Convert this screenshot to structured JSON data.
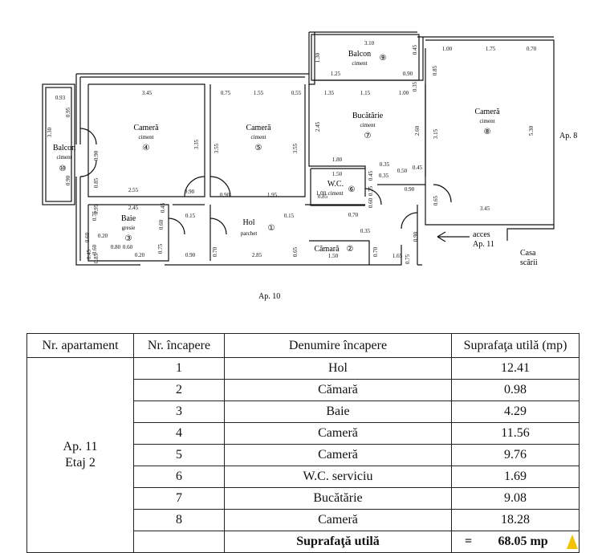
{
  "plan": {
    "rooms": [
      {
        "name": "Balcon",
        "finish": "ciment",
        "no": "⑨"
      },
      {
        "name": "Cameră",
        "finish": "ciment",
        "no": "⑧"
      },
      {
        "name": "Cameră",
        "finish": "ciment",
        "no": "④"
      },
      {
        "name": "Cameră",
        "finish": "ciment",
        "no": "⑤"
      },
      {
        "name": "Bucătărie",
        "finish": "ciment",
        "no": "⑦"
      },
      {
        "name": "Balcon",
        "finish": "ciment",
        "no": "⑩"
      },
      {
        "name": "W.C.",
        "finish": "ciment",
        "no": "⑥"
      },
      {
        "name": "Baie",
        "finish": "gresie",
        "no": "③"
      },
      {
        "name": "Hol",
        "finish": "parchet",
        "no": "①"
      },
      {
        "name": "Cămară",
        "finish": "",
        "no": "②"
      }
    ],
    "dims": [
      "3.10",
      "0.45",
      "1.30",
      "1.25",
      "0.90",
      "1.00",
      "1.75",
      "0.70",
      "0.85",
      "0.95",
      "0.93",
      "3.45",
      "0.75",
      "1.55",
      "0.55",
      "1.35",
      "1.15",
      "1.00",
      "0.35",
      "3.30",
      "3.15",
      "5.30",
      "2.45",
      "2.60",
      "3.35",
      "3.55",
      "3.55",
      "0.90",
      "1.80",
      "0.35",
      "0.50",
      "0.45",
      "0.90",
      "0.85",
      "2.55",
      "0.90",
      "1.50",
      "0.45",
      "0.75",
      "0.60",
      "0.95",
      "0.85",
      "0.90",
      "1.95",
      "1.00",
      "0.35",
      "3.45",
      "2.45",
      "0.75",
      "0.45",
      "0.15",
      "0.15",
      "0.70",
      "0.60",
      "0.60",
      "0.20",
      "0.80",
      "0.60",
      "0.35",
      "0.60",
      "0.20",
      "0.85",
      "0.90",
      "0.45",
      "0.75",
      "0.90",
      "0.70",
      "2.85",
      "0.65",
      "1.50",
      "0.70",
      "1.65",
      "0.90",
      "0.75",
      "0.65"
    ],
    "access_label": "acces",
    "access_ap": "Ap. 11",
    "stair_label": "Casa",
    "stair_label2": "scării",
    "neighbor_right": "Ap. 8",
    "neighbor_bottom": "Ap. 10"
  },
  "table": {
    "headers": [
      "Nr. apartament",
      "Nr. încapere",
      "Denumire încapere",
      "Suprafaţa utilă (mp)"
    ],
    "apartment_line1": "Ap. 11",
    "apartment_line2": "Etaj 2",
    "rows": [
      {
        "nr": "1",
        "name": "Hol",
        "area": "12.41"
      },
      {
        "nr": "2",
        "name": "Cămară",
        "area": "0.98"
      },
      {
        "nr": "3",
        "name": "Baie",
        "area": "4.29"
      },
      {
        "nr": "4",
        "name": "Cameră",
        "area": "11.56"
      },
      {
        "nr": "5",
        "name": "Cameră",
        "area": "9.76"
      },
      {
        "nr": "6",
        "name": "W.C. serviciu",
        "area": "1.69"
      },
      {
        "nr": "7",
        "name": "Bucătărie",
        "area": "9.08"
      },
      {
        "nr": "8",
        "name": "Cameră",
        "area": "18.28"
      }
    ],
    "total_label": "Suprafaţă utilă",
    "total_eq": "=",
    "total_value": "68.05 mp"
  }
}
